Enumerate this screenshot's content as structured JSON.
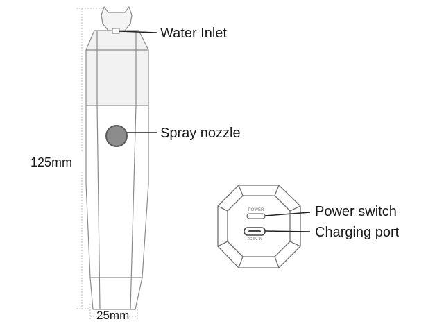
{
  "labels": {
    "water_inlet": "Water Inlet",
    "spray_nozzle": "Spray nozzle",
    "power_switch": "Power switch",
    "charging_port": "Charging port"
  },
  "dimensions": {
    "height": "125mm",
    "width": "25mm"
  },
  "device_markings": {
    "power": "POWER",
    "dc_input": "DC 5V IN"
  },
  "colors": {
    "outline": "#8a8a8a",
    "dimension_line": "#bdbdbd",
    "cap_fill": "#f2f2f2",
    "nozzle_fill": "#8c8c8c",
    "text": "#1a1a1a"
  }
}
